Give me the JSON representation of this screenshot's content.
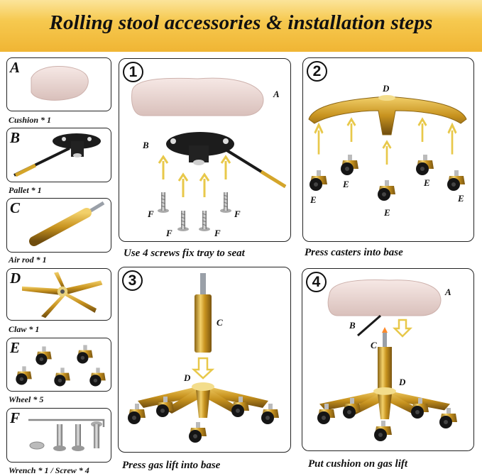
{
  "title": "Rolling stool accessories & installation steps",
  "parts": [
    {
      "letter": "A",
      "label": "Cushion * 1"
    },
    {
      "letter": "B",
      "label": "Pallet * 1"
    },
    {
      "letter": "C",
      "label": "Air rod * 1"
    },
    {
      "letter": "D",
      "label": "Claw * 1"
    },
    {
      "letter": "E",
      "label": "Wheel * 5"
    },
    {
      "letter": "F",
      "label": "Wrench * 1 / Screw * 4"
    }
  ],
  "steps": [
    {
      "number": "1",
      "caption": "Use 4 screws fix tray to seat"
    },
    {
      "number": "2",
      "caption": "Press casters into base"
    },
    {
      "number": "3",
      "caption": "Press gas lift into base"
    },
    {
      "number": "4",
      "caption": "Put cushion on gas lift"
    }
  ],
  "letters": {
    "a": "A",
    "b": "B",
    "c": "C",
    "d": "D",
    "e": "E",
    "f": "F"
  },
  "colors": {
    "gold": "#d4a52a",
    "pink": "#eddad6",
    "black": "#1a1a1a",
    "arrow": "#e8c84a"
  }
}
